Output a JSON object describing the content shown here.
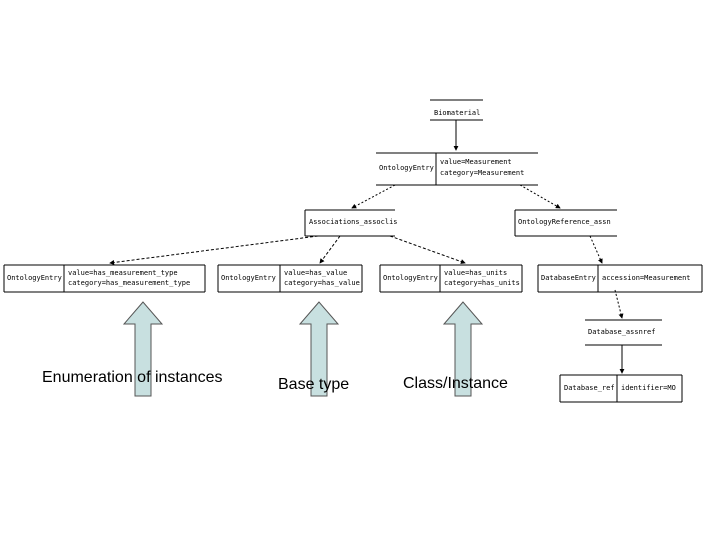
{
  "nodes": {
    "biomaterial": "Biomaterial",
    "ontology_entry_top": {
      "name": "OntologyEntry",
      "attr1": "value=Measurement",
      "attr2": "category=Measurement"
    },
    "associations": "Associations_assoclis",
    "ontology_reference": "OntologyReference_assn",
    "ontology_entry_a": {
      "name": "OntologyEntry",
      "attr1": "value=has_measurement_type",
      "attr2": "category=has_measurement_type"
    },
    "ontology_entry_b": {
      "name": "OntologyEntry",
      "attr1": "value=has_value",
      "attr2": "category=has_value"
    },
    "ontology_entry_c": {
      "name": "OntologyEntry",
      "attr1": "value=has_units",
      "attr2": "category=has_units"
    },
    "database_entry": {
      "name": "DatabaseEntry",
      "attr1": "accession=Measurement"
    },
    "database_assnref": "Database_assnref",
    "database_ref": {
      "name": "Database_ref",
      "attr1": "identifier=MO"
    }
  },
  "captions": {
    "enumeration": "Enumeration of instances",
    "base_type": "Base type",
    "class_instance": "Class/Instance"
  },
  "colors": {
    "arrow_fill": "#c8e0e0",
    "arrow_stroke": "#555555"
  }
}
